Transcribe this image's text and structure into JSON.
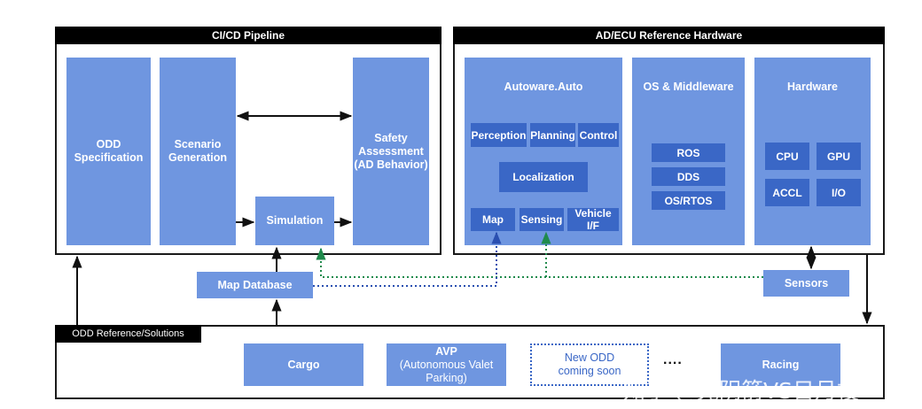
{
  "cicd": {
    "title": "CI/CD Pipeline",
    "odd_spec": "ODD\nSpecification",
    "scenario_gen": "Scenario\nGeneration",
    "simulation": "Simulation",
    "safety": "Safety\nAssessment\n(AD Behavior)"
  },
  "adecu": {
    "title": "AD/ECU Reference Hardware",
    "autoware": {
      "title": "Autoware.Auto",
      "modules": [
        "Perception",
        "Planning",
        "Control"
      ],
      "localization": "Localization",
      "bottom": [
        "Map",
        "Sensing",
        "Vehicle I/F"
      ]
    },
    "os_mw": {
      "title": "OS & Middleware",
      "items": [
        "ROS",
        "DDS",
        "OS/RTOS"
      ]
    },
    "hardware": {
      "title": "Hardware",
      "items": [
        "CPU",
        "GPU",
        "ACCL",
        "I/O"
      ]
    }
  },
  "map_database": "Map Database",
  "sensors": "Sensors",
  "odd_ref": {
    "title": "ODD Reference/Solutions",
    "cargo": "Cargo",
    "avp_title": "AVP",
    "avp_sub": "(Autonomous Valet\nParking)",
    "new_odd": "New ODD\ncoming soon",
    "ellipsis": "....",
    "racing": "Racing"
  },
  "watermark": "知乎 @光阴箭VS日月梭",
  "colors": {
    "block": "#6f96e0",
    "sub_block": "#3a67c6",
    "header": "#000000",
    "dotted_green": "#1f8a4c",
    "dotted_blue": "#2a4fb0"
  }
}
